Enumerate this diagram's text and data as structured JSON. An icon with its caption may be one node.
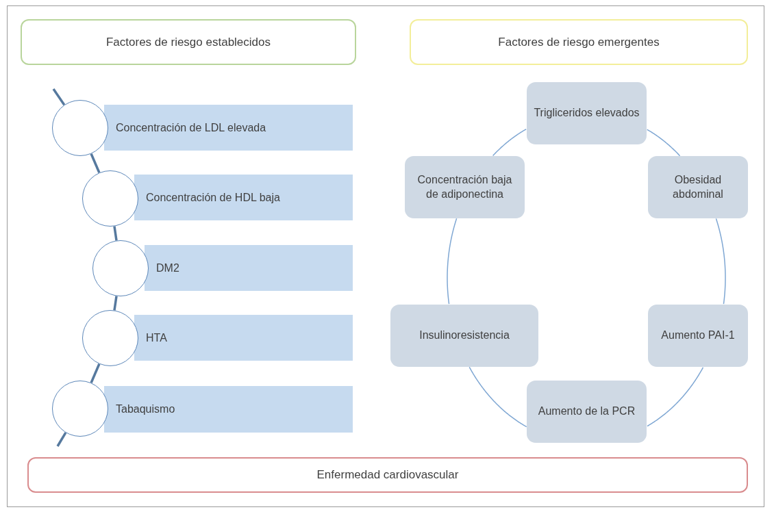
{
  "diagram": {
    "nodes": [
      {
        "text": [
          "Factores de riesgo establecidos"
        ]
      },
      {
        "text": [
          "Factores de riesgo emergentes"
        ]
      },
      {
        "text": [],
        "shape": "circle"
      },
      {
        "text": [
          "Concentración de LDL elevada"
        ]
      },
      {
        "text": [],
        "shape": "circle"
      },
      {
        "text": [
          "Concentración de HDL baja"
        ]
      },
      {
        "text": [],
        "shape": "circle"
      },
      {
        "text": [
          "DM2"
        ]
      },
      {
        "text": [],
        "shape": "circle"
      },
      {
        "text": [
          "HTA"
        ]
      },
      {
        "text": [],
        "shape": "circle"
      },
      {
        "text": [
          "Tabaquismo"
        ]
      },
      {
        "text": [
          "Trigliceridos elevados"
        ]
      },
      {
        "text": [
          "Obesidad abdominal"
        ]
      },
      {
        "text": [
          "Aumento PAI-1"
        ]
      },
      {
        "text": [
          "Aumento de la PCR"
        ]
      },
      {
        "text": [
          "Insulinoresistencia"
        ]
      },
      {
        "text": [
          "Concentración baja de adiponectina"
        ]
      },
      {
        "text": [
          "Enfermedad cardiovascular"
        ]
      }
    ],
    "edges": [
      {
        "from": null,
        "to": 2,
        "arrow": "none",
        "style": "thick",
        "color": "#56799e"
      },
      {
        "from": 2,
        "to": 4,
        "arrow": "none",
        "style": "thick",
        "color": "#56799e"
      },
      {
        "from": 4,
        "to": 6,
        "arrow": "none",
        "style": "thick",
        "color": "#56799e"
      },
      {
        "from": 6,
        "to": 8,
        "arrow": "none",
        "style": "thick",
        "color": "#56799e"
      },
      {
        "from": 8,
        "to": 10,
        "arrow": "none",
        "style": "thick",
        "color": "#56799e"
      },
      {
        "from": 10,
        "to": null,
        "arrow": "none",
        "style": "thick",
        "color": "#56799e"
      },
      {
        "from": 12,
        "to": 13,
        "arrow": "none"
      },
      {
        "from": 13,
        "to": 14,
        "arrow": "none"
      },
      {
        "from": 14,
        "to": 15,
        "arrow": "none"
      },
      {
        "from": 15,
        "to": 16,
        "arrow": "none"
      },
      {
        "from": 16,
        "to": 17,
        "arrow": "none"
      },
      {
        "from": 17,
        "to": 12,
        "arrow": "none"
      }
    ]
  }
}
